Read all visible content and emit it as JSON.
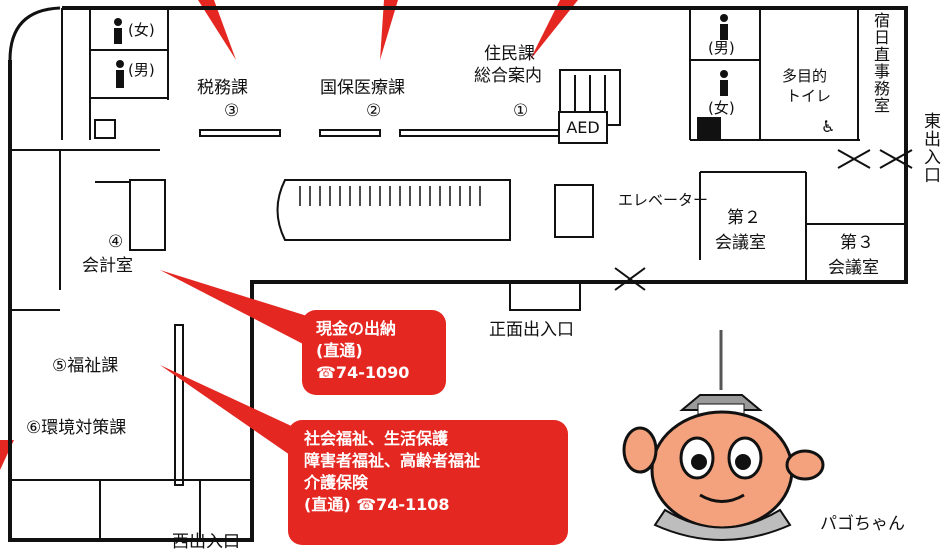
{
  "rooms": {
    "toilet_women_left": "(女)",
    "toilet_men_left": "(男)",
    "toilet_men_right": "(男)",
    "toilet_women_right": "(女)",
    "tax": "税務課",
    "tax_no": "③",
    "health": "国保医療課",
    "health_no": "②",
    "resident_1": "住民課",
    "resident_2": "総合案内",
    "resident_no": "①",
    "aed": "AED",
    "multi_toilet_1": "多目的",
    "multi_toilet_2": "トイレ",
    "duty_room": "宿日直事務室",
    "elevator": "エレベーター",
    "meeting2_1": "第２",
    "meeting2_2": "会議室",
    "meeting3_1": "第３",
    "meeting3_2": "会議室",
    "accounting_no": "④",
    "accounting": "会計室",
    "welfare": "⑤福祉課",
    "environment": "⑥環境対策課"
  },
  "entrances": {
    "east": "東出入口",
    "front": "正面出入口",
    "west": "西出入口"
  },
  "callouts": {
    "accounting": [
      "現金の出納",
      "(直通)",
      "☎74-1090"
    ],
    "welfare": [
      "社会福祉、生活保護",
      "障害者福祉、高齢者福祉",
      "介護保険",
      "(直通) ☎74-1108"
    ]
  },
  "mascot": {
    "name": "パゴちゃん"
  },
  "colors": {
    "callout": "#e52722",
    "mascot_face": "#f4a27e",
    "mascot_roof": "#9a9a9a"
  }
}
